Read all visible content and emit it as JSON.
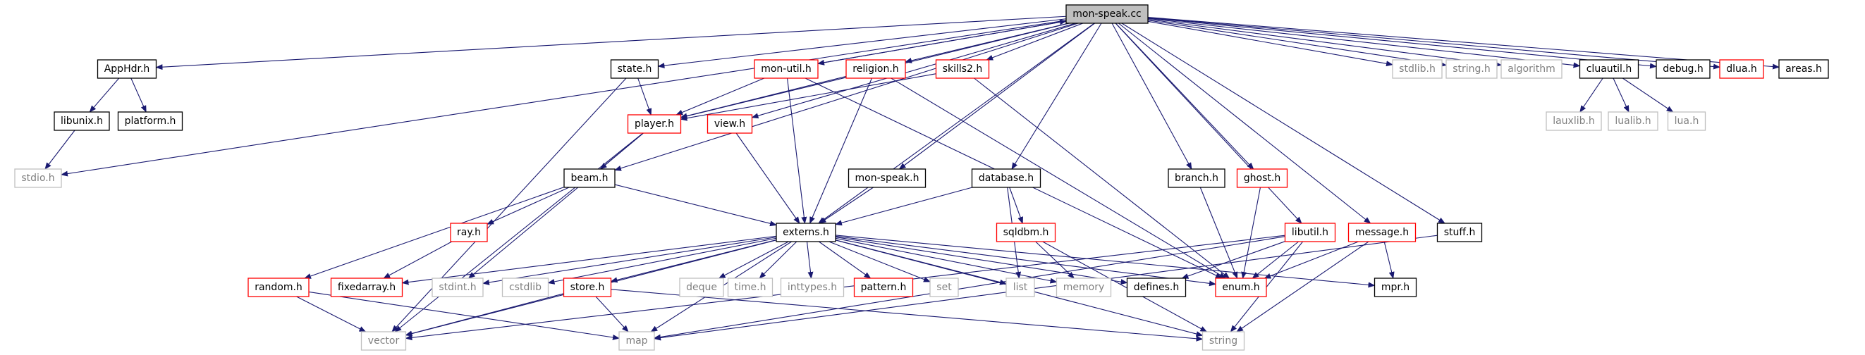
{
  "colors": {
    "edge": "#191970",
    "root_fill": "#bfbfbf",
    "documented_border": "#000000",
    "missing_docs_border": "#ff0000",
    "external_border": "#bfbfbf",
    "external_text": "#808080",
    "text": "#000000"
  },
  "nodes": [
    {
      "id": "root",
      "label": "mon-speak.cc",
      "kind": "root"
    },
    {
      "id": "apphdr",
      "label": "AppHdr.h",
      "kind": "doc"
    },
    {
      "id": "state",
      "label": "state.h",
      "kind": "doc"
    },
    {
      "id": "monutil",
      "label": "mon-util.h",
      "kind": "red"
    },
    {
      "id": "religion",
      "label": "religion.h",
      "kind": "red"
    },
    {
      "id": "skills2",
      "label": "skills2.h",
      "kind": "red"
    },
    {
      "id": "stdlib",
      "label": "stdlib.h",
      "kind": "ext"
    },
    {
      "id": "stringh",
      "label": "string.h",
      "kind": "ext"
    },
    {
      "id": "algorithm",
      "label": "algorithm",
      "kind": "ext"
    },
    {
      "id": "cluautil",
      "label": "cluautil.h",
      "kind": "doc"
    },
    {
      "id": "debug",
      "label": "debug.h",
      "kind": "doc"
    },
    {
      "id": "dlua",
      "label": "dlua.h",
      "kind": "red"
    },
    {
      "id": "areas",
      "label": "areas.h",
      "kind": "doc"
    },
    {
      "id": "libunix",
      "label": "libunix.h",
      "kind": "doc"
    },
    {
      "id": "platform",
      "label": "platform.h",
      "kind": "doc"
    },
    {
      "id": "player",
      "label": "player.h",
      "kind": "red"
    },
    {
      "id": "view",
      "label": "view.h",
      "kind": "red"
    },
    {
      "id": "lauxlib",
      "label": "lauxlib.h",
      "kind": "ext"
    },
    {
      "id": "lualib",
      "label": "lualib.h",
      "kind": "ext"
    },
    {
      "id": "lua",
      "label": "lua.h",
      "kind": "ext"
    },
    {
      "id": "stdio",
      "label": "stdio.h",
      "kind": "ext"
    },
    {
      "id": "beam",
      "label": "beam.h",
      "kind": "doc"
    },
    {
      "id": "monspeak",
      "label": "mon-speak.h",
      "kind": "doc"
    },
    {
      "id": "database",
      "label": "database.h",
      "kind": "doc"
    },
    {
      "id": "branch",
      "label": "branch.h",
      "kind": "doc"
    },
    {
      "id": "ghost",
      "label": "ghost.h",
      "kind": "red"
    },
    {
      "id": "libutil",
      "label": "libutil.h",
      "kind": "red"
    },
    {
      "id": "message",
      "label": "message.h",
      "kind": "red"
    },
    {
      "id": "stuff",
      "label": "stuff.h",
      "kind": "doc"
    },
    {
      "id": "ray",
      "label": "ray.h",
      "kind": "red"
    },
    {
      "id": "sqldbm",
      "label": "sqldbm.h",
      "kind": "red"
    },
    {
      "id": "externs",
      "label": "externs.h",
      "kind": "doc"
    },
    {
      "id": "random",
      "label": "random.h",
      "kind": "red"
    },
    {
      "id": "fixedarray",
      "label": "fixedarray.h",
      "kind": "red"
    },
    {
      "id": "stdint",
      "label": "stdint.h",
      "kind": "ext"
    },
    {
      "id": "cstdlib",
      "label": "cstdlib",
      "kind": "ext"
    },
    {
      "id": "store",
      "label": "store.h",
      "kind": "red"
    },
    {
      "id": "deque",
      "label": "deque",
      "kind": "ext"
    },
    {
      "id": "timeh",
      "label": "time.h",
      "kind": "ext"
    },
    {
      "id": "inttypes",
      "label": "inttypes.h",
      "kind": "ext"
    },
    {
      "id": "pattern",
      "label": "pattern.h",
      "kind": "red"
    },
    {
      "id": "set",
      "label": "set",
      "kind": "ext"
    },
    {
      "id": "list",
      "label": "list",
      "kind": "ext"
    },
    {
      "id": "memory",
      "label": "memory",
      "kind": "ext"
    },
    {
      "id": "defines",
      "label": "defines.h",
      "kind": "doc"
    },
    {
      "id": "enumh",
      "label": "enum.h",
      "kind": "red"
    },
    {
      "id": "mpr",
      "label": "mpr.h",
      "kind": "doc"
    },
    {
      "id": "vector",
      "label": "vector",
      "kind": "ext"
    },
    {
      "id": "map",
      "label": "map",
      "kind": "ext"
    },
    {
      "id": "string",
      "label": "string",
      "kind": "ext"
    }
  ],
  "edges": [
    [
      "root",
      "apphdr"
    ],
    [
      "root",
      "state"
    ],
    [
      "root",
      "monutil"
    ],
    [
      "root",
      "religion"
    ],
    [
      "root",
      "skills2"
    ],
    [
      "root",
      "stdlib"
    ],
    [
      "root",
      "stringh"
    ],
    [
      "root",
      "algorithm"
    ],
    [
      "root",
      "cluautil"
    ],
    [
      "root",
      "debug"
    ],
    [
      "root",
      "dlua"
    ],
    [
      "root",
      "areas"
    ],
    [
      "root",
      "stdio"
    ],
    [
      "root",
      "player"
    ],
    [
      "root",
      "view"
    ],
    [
      "root",
      "beam"
    ],
    [
      "root",
      "monspeak"
    ],
    [
      "root",
      "database"
    ],
    [
      "root",
      "branch"
    ],
    [
      "root",
      "ghost"
    ],
    [
      "root",
      "libutil"
    ],
    [
      "root",
      "message"
    ],
    [
      "root",
      "stuff"
    ],
    [
      "root",
      "externs"
    ],
    [
      "apphdr",
      "libunix"
    ],
    [
      "apphdr",
      "platform"
    ],
    [
      "libunix",
      "stdio"
    ],
    [
      "state",
      "player"
    ],
    [
      "state",
      "vector"
    ],
    [
      "monutil",
      "player"
    ],
    [
      "monutil",
      "externs"
    ],
    [
      "monutil",
      "enumh"
    ],
    [
      "monutil",
      "root"
    ],
    [
      "religion",
      "player"
    ],
    [
      "religion",
      "externs"
    ],
    [
      "religion",
      "enumh"
    ],
    [
      "skills2",
      "player"
    ],
    [
      "skills2",
      "enumh"
    ],
    [
      "cluautil",
      "lauxlib"
    ],
    [
      "cluautil",
      "lualib"
    ],
    [
      "cluautil",
      "lua"
    ],
    [
      "player",
      "beam"
    ],
    [
      "player",
      "stdint"
    ],
    [
      "player",
      "vector"
    ],
    [
      "view",
      "externs"
    ],
    [
      "beam",
      "externs"
    ],
    [
      "beam",
      "ray"
    ],
    [
      "beam",
      "random"
    ],
    [
      "ray",
      "fixedarray"
    ],
    [
      "monspeak",
      "externs"
    ],
    [
      "database",
      "externs"
    ],
    [
      "database",
      "sqldbm"
    ],
    [
      "database",
      "list"
    ],
    [
      "sqldbm",
      "memory"
    ],
    [
      "sqldbm",
      "string"
    ],
    [
      "branch",
      "enumh"
    ],
    [
      "ghost",
      "enumh"
    ],
    [
      "libutil",
      "enumh"
    ],
    [
      "libutil",
      "defines"
    ],
    [
      "libutil",
      "vector"
    ],
    [
      "libutil",
      "map"
    ],
    [
      "libutil",
      "string"
    ],
    [
      "message",
      "enumh"
    ],
    [
      "message",
      "mpr"
    ],
    [
      "message",
      "string"
    ],
    [
      "stuff",
      "map"
    ],
    [
      "externs",
      "fixedarray"
    ],
    [
      "externs",
      "stdint"
    ],
    [
      "externs",
      "cstdlib"
    ],
    [
      "externs",
      "store"
    ],
    [
      "externs",
      "deque"
    ],
    [
      "externs",
      "timeh"
    ],
    [
      "externs",
      "inttypes"
    ],
    [
      "externs",
      "pattern"
    ],
    [
      "externs",
      "set"
    ],
    [
      "externs",
      "list"
    ],
    [
      "externs",
      "memory"
    ],
    [
      "externs",
      "defines"
    ],
    [
      "externs",
      "enumh"
    ],
    [
      "externs",
      "mpr"
    ],
    [
      "externs",
      "vector"
    ],
    [
      "externs",
      "map"
    ],
    [
      "externs",
      "string"
    ],
    [
      "random",
      "vector"
    ],
    [
      "random",
      "map"
    ],
    [
      "store",
      "vector"
    ],
    [
      "store",
      "map"
    ],
    [
      "store",
      "string"
    ]
  ]
}
